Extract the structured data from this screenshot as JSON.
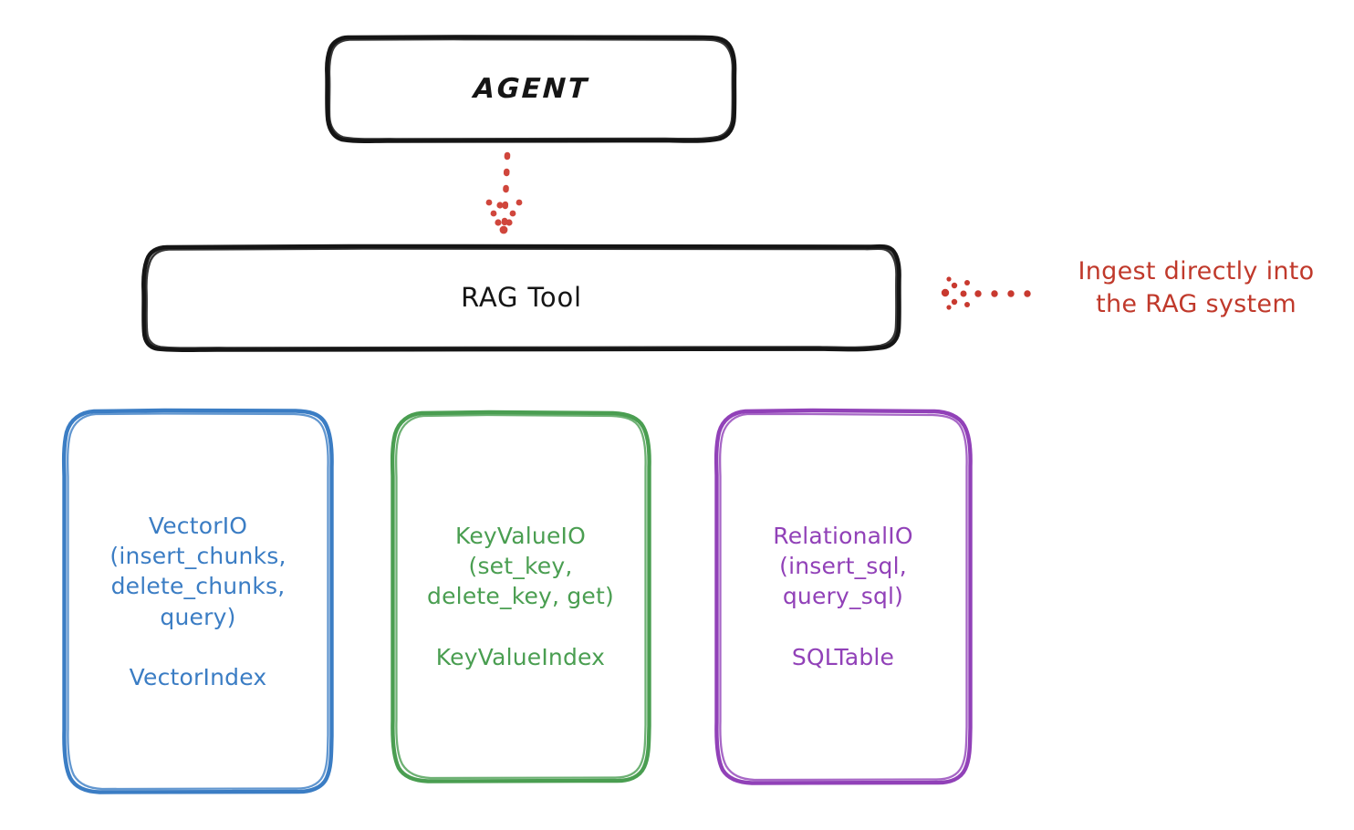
{
  "diagram": {
    "title": "RAG Tool architecture diagram",
    "background_color": "#ffffff",
    "nodes": {
      "agent": {
        "label": "AGENT",
        "stroke_color": "#151515",
        "shape": "rounded-rectangle"
      },
      "rag_tool": {
        "label": "RAG Tool",
        "stroke_color": "#151515",
        "shape": "rounded-rectangle"
      },
      "vector_io": {
        "label": "VectorIO\n(insert_chunks,\ndelete_chunks,\nquery)\n\nVectorIndex",
        "api_name": "VectorIO",
        "methods": [
          "insert_chunks",
          "delete_chunks",
          "query"
        ],
        "index_name": "VectorIndex",
        "stroke_color": "#3b7dc4",
        "shape": "rounded-rectangle"
      },
      "key_value_io": {
        "label": "KeyValueIO\n(set_key,\ndelete_key, get)\n\nKeyValueIndex",
        "api_name": "KeyValueIO",
        "methods": [
          "set_key",
          "delete_key",
          "get"
        ],
        "index_name": "KeyValueIndex",
        "stroke_color": "#4a9e51",
        "shape": "rounded-rectangle"
      },
      "relational_io": {
        "label": "RelationalIO\n(insert_sql,\nquery_sql)\n\nSQLTable",
        "api_name": "RelationalIO",
        "methods": [
          "insert_sql",
          "query_sql"
        ],
        "index_name": "SQLTable",
        "stroke_color": "#9141b8",
        "shape": "rounded-rectangle"
      }
    },
    "annotations": {
      "ingest": {
        "text": "Ingest directly into\nthe RAG system",
        "color": "#c0392b",
        "arrow_style": "dotted",
        "arrow_direction": "left"
      }
    },
    "connectors": {
      "agent_to_rag_tool": {
        "color": "#c0392b",
        "style": "dotted",
        "direction": "down",
        "from": "agent",
        "to": "rag_tool"
      }
    }
  }
}
